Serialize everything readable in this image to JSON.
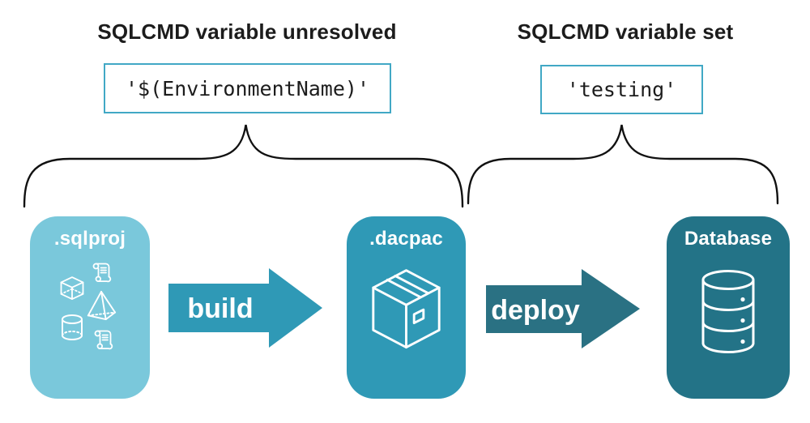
{
  "diagram": {
    "left_annotation": {
      "title": "SQLCMD variable unresolved",
      "value": "'$(EnvironmentName)'"
    },
    "right_annotation": {
      "title": "SQLCMD variable set",
      "value": "'testing'"
    },
    "pipeline": {
      "source_label": ".sqlproj",
      "build_label": "build",
      "artifact_label": ".dacpac",
      "deploy_label": "deploy",
      "target_label": "Database"
    },
    "icons": {
      "sqlproj": [
        "script-scroll-icon",
        "cube-icon",
        "pyramid-icon",
        "cylinder-icon",
        "script-scroll-icon"
      ],
      "dacpac": "package-box-icon",
      "database": "database-cylinder-icon"
    },
    "colors": {
      "sqlproj_card": "#7ac8db",
      "dacpac_card": "#2f99b6",
      "database_card": "#237387",
      "build_arrow": "#2f99b6",
      "deploy_arrow": "#2a7183",
      "code_box_border": "#41a8c5",
      "text": "#1c1c1c",
      "brace": "#111111"
    }
  }
}
